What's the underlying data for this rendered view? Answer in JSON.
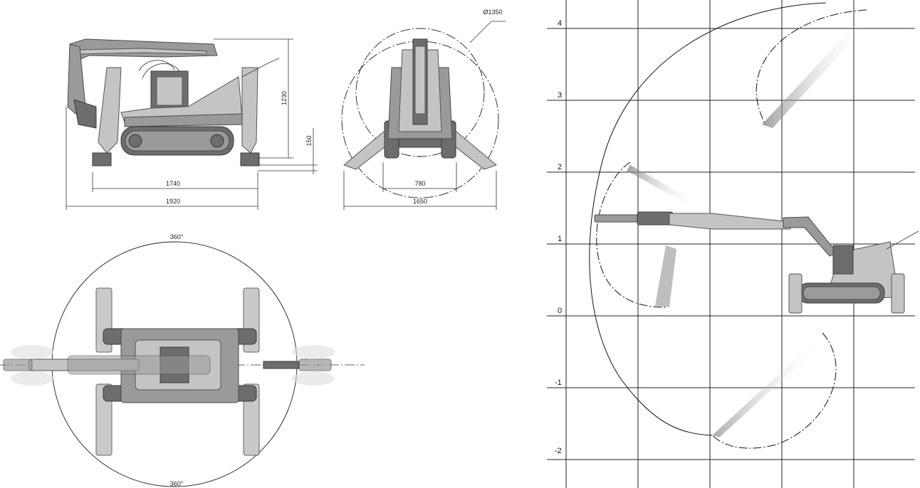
{
  "side_view": {
    "height_label": "1230",
    "ground_clearance_label": "150",
    "track_length_label": "1740",
    "overall_length_label": "1920"
  },
  "front_view": {
    "diameter_label": "Ø1350",
    "track_width_label": "780",
    "outrigger_width_label": "1650"
  },
  "top_view": {
    "top_rotation_label": "360°",
    "bottom_rotation_label": "360°"
  },
  "reach_diagram": {
    "y_tick_labels": [
      "4",
      "3",
      "2",
      "1",
      "0",
      "-1",
      "-2"
    ]
  }
}
